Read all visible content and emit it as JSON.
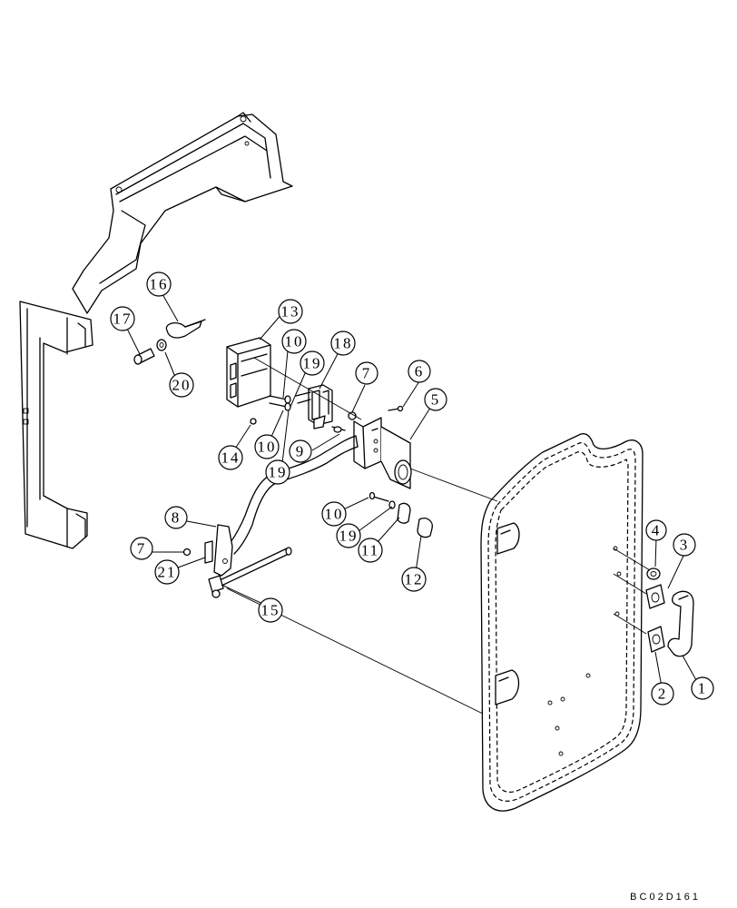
{
  "drawing_code": "BC02D161",
  "callouts": [
    {
      "id": "c1",
      "label": "1"
    },
    {
      "id": "c2",
      "label": "2"
    },
    {
      "id": "c3",
      "label": "3"
    },
    {
      "id": "c4",
      "label": "4"
    },
    {
      "id": "c5",
      "label": "5"
    },
    {
      "id": "c6",
      "label": "6"
    },
    {
      "id": "c7a",
      "label": "7"
    },
    {
      "id": "c7b",
      "label": "7"
    },
    {
      "id": "c8",
      "label": "8"
    },
    {
      "id": "c9",
      "label": "9"
    },
    {
      "id": "c10a",
      "label": "10"
    },
    {
      "id": "c10b",
      "label": "10"
    },
    {
      "id": "c10c",
      "label": "10"
    },
    {
      "id": "c11",
      "label": "11"
    },
    {
      "id": "c12",
      "label": "12"
    },
    {
      "id": "c13",
      "label": "13"
    },
    {
      "id": "c14",
      "label": "14"
    },
    {
      "id": "c15",
      "label": "15"
    },
    {
      "id": "c16",
      "label": "16"
    },
    {
      "id": "c17",
      "label": "17"
    },
    {
      "id": "c18",
      "label": "18"
    },
    {
      "id": "c19a",
      "label": "19"
    },
    {
      "id": "c19b",
      "label": "19"
    },
    {
      "id": "c19c",
      "label": "19"
    },
    {
      "id": "c20",
      "label": "20"
    },
    {
      "id": "c21",
      "label": "21"
    }
  ]
}
